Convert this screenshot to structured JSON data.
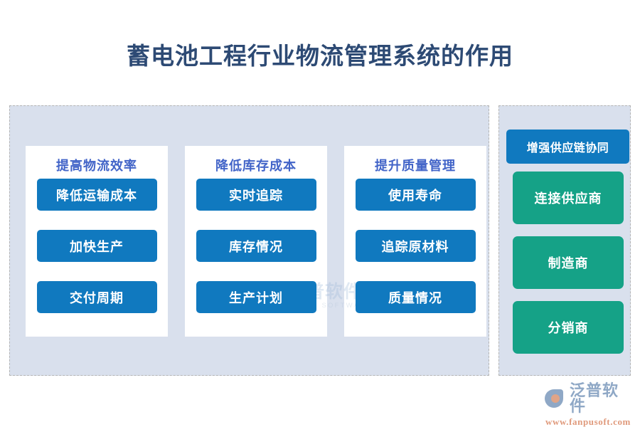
{
  "page": {
    "title": "蓄电池工程行业物流管理系统的作用",
    "title_color": "#2d4a74",
    "background": "#ffffff"
  },
  "theme": {
    "panel_bg": "#d9e0ed",
    "panel_border": "#b4b4b4",
    "card_bg": "#ffffff",
    "chip_blue": "#1079bf",
    "chip_green": "#15a287",
    "column_title_color": "#4264c8",
    "chip_text_color": "#ffffff"
  },
  "left_panel": {
    "columns": [
      {
        "title": "提高物流效率",
        "items": [
          {
            "label": "降低运输成本"
          },
          {
            "label": "加快生产"
          },
          {
            "label": "交付周期"
          }
        ]
      },
      {
        "title": "降低库存成本",
        "items": [
          {
            "label": "实时追踪"
          },
          {
            "label": "库存情况"
          },
          {
            "label": "生产计划"
          }
        ]
      },
      {
        "title": "提升质量管理",
        "items": [
          {
            "label": "使用寿命"
          },
          {
            "label": "追踪原材料"
          },
          {
            "label": "质量情况"
          }
        ]
      }
    ]
  },
  "right_panel": {
    "header": "增强供应链协同",
    "items": [
      {
        "label": "连接供应商"
      },
      {
        "label": "制造商"
      },
      {
        "label": "分销商"
      }
    ]
  },
  "watermark": {
    "name_cn": "泛普软件",
    "name_en": "FANPU SOFTWARE"
  },
  "brand": {
    "name_cn": "泛普软件",
    "url": "www.fanpusoft.com"
  }
}
